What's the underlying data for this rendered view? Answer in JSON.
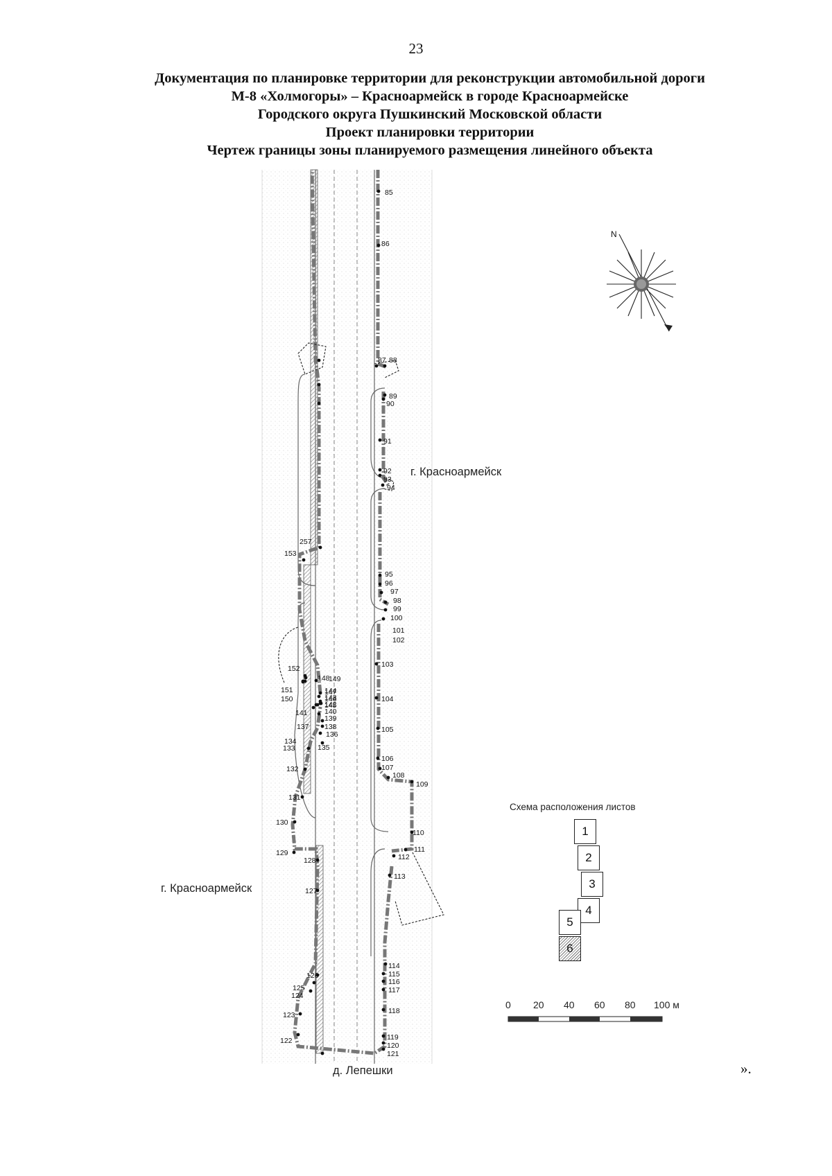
{
  "page_number": "23",
  "title_lines": [
    "Документация по планировке территории для реконструкции автомобильной дороги",
    "М-8 «Холмогоры» – Красноармейск в городе Красноармейске",
    "Городского округа Пушкинский Московской области",
    "Проект планировки территории",
    "Чертеж границы зоны планируемого размещения линейного объекта"
  ],
  "map": {
    "labels": {
      "city_right": "г. Красноармейск",
      "city_left": "г. Красноармейск",
      "village_bottom": "д. Лепешки"
    },
    "point_numbers": [
      "85",
      "86",
      "87",
      "88",
      "89",
      "90",
      "91",
      "92",
      "93",
      "94",
      "95",
      "96",
      "97",
      "98",
      "99",
      "100",
      "101",
      "102",
      "103",
      "104",
      "105",
      "106",
      "107",
      "108",
      "109",
      "110",
      "111",
      "112",
      "113",
      "114",
      "115",
      "116",
      "117",
      "118",
      "119",
      "120",
      "121",
      "122",
      "123",
      "124",
      "125",
      "126",
      "127",
      "128",
      "129",
      "130",
      "131",
      "132",
      "133",
      "134",
      "135",
      "136",
      "137",
      "138",
      "139",
      "140",
      "141",
      "142",
      "143",
      "144",
      "145",
      "146",
      "147",
      "148",
      "149",
      "150",
      "151",
      "152",
      "153",
      "257"
    ],
    "sheet_scheme": {
      "title": "Схема расположения листов",
      "sheets": [
        "1",
        "2",
        "3",
        "4",
        "5",
        "6"
      ],
      "current_sheet": "6"
    },
    "scale_bar": {
      "ticks": [
        "0",
        "20",
        "40",
        "60",
        "80",
        "100 м"
      ]
    },
    "north_arrow": {
      "label": "N",
      "icon": "compass-rose-icon"
    }
  },
  "closing_quote": "»."
}
